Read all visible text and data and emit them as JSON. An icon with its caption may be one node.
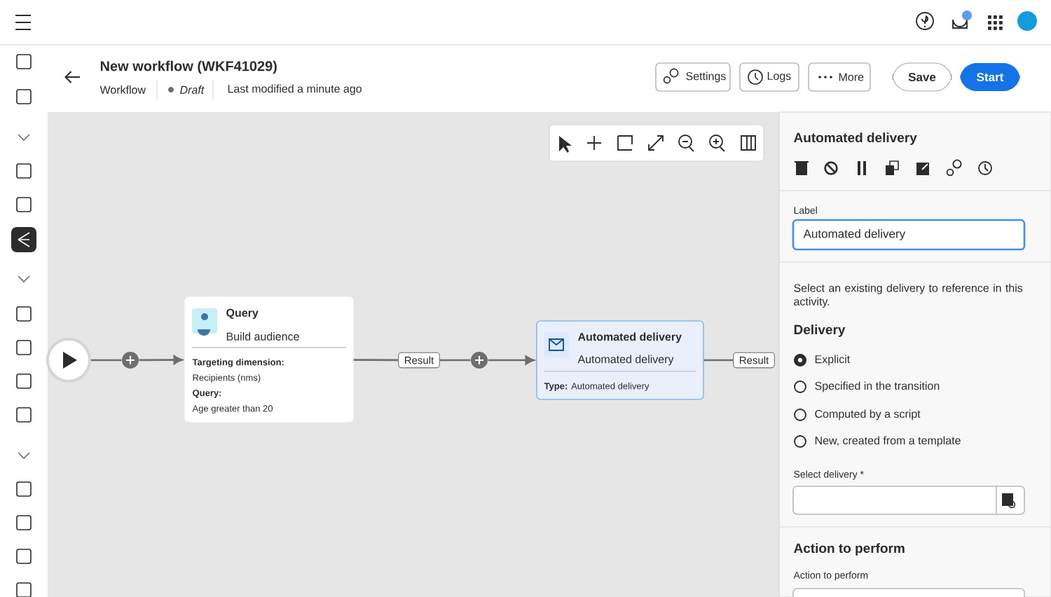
{
  "diagram": {
    "nodes": [
      {
        "text": [],
        "shape": "circle"
      },
      {
        "text": [],
        "shape": "circle"
      },
      {
        "text": [
          "Query",
          "Build audience",
          "Targeting dimension:",
          "Recipients (nms)",
          "Query:",
          "Age greater than 20"
        ]
      },
      {
        "text": [
          "Result"
        ]
      },
      {
        "text": [],
        "shape": "circle"
      },
      {
        "text": [
          "Automated delivery",
          "Automated delivery",
          "**Type:** Automated delivery"
        ]
      },
      {
        "text": [
          "Result"
        ]
      }
    ],
    "edges": [
      {
        "from": 0,
        "to": 1,
        "arrow": "none"
      },
      {
        "from": 1,
        "to": 2,
        "arrow": "to"
      },
      {
        "from": 2,
        "to": 3,
        "arrow": "none"
      },
      {
        "from": 3,
        "to": 4,
        "arrow": "none"
      },
      {
        "from": 4,
        "to": 5,
        "arrow": "to"
      },
      {
        "from": 5,
        "to": 6,
        "arrow": "none"
      }
    ],
    "labels": [
      "New workflow (WKF41029)",
      "Workflow",
      "Draft",
      "Last modified a minute ago",
      "Settings",
      "Logs",
      "More",
      "Save",
      "Start",
      "Automated delivery",
      "Label",
      "Automated delivery",
      "Select an existing delivery to reference in this activity.",
      "Delivery",
      "Explicit",
      "Specified in the transition",
      "Computed by a script",
      "New, created from a template",
      "Select delivery *",
      "Action to perform",
      "Action to perform"
    ]
  }
}
